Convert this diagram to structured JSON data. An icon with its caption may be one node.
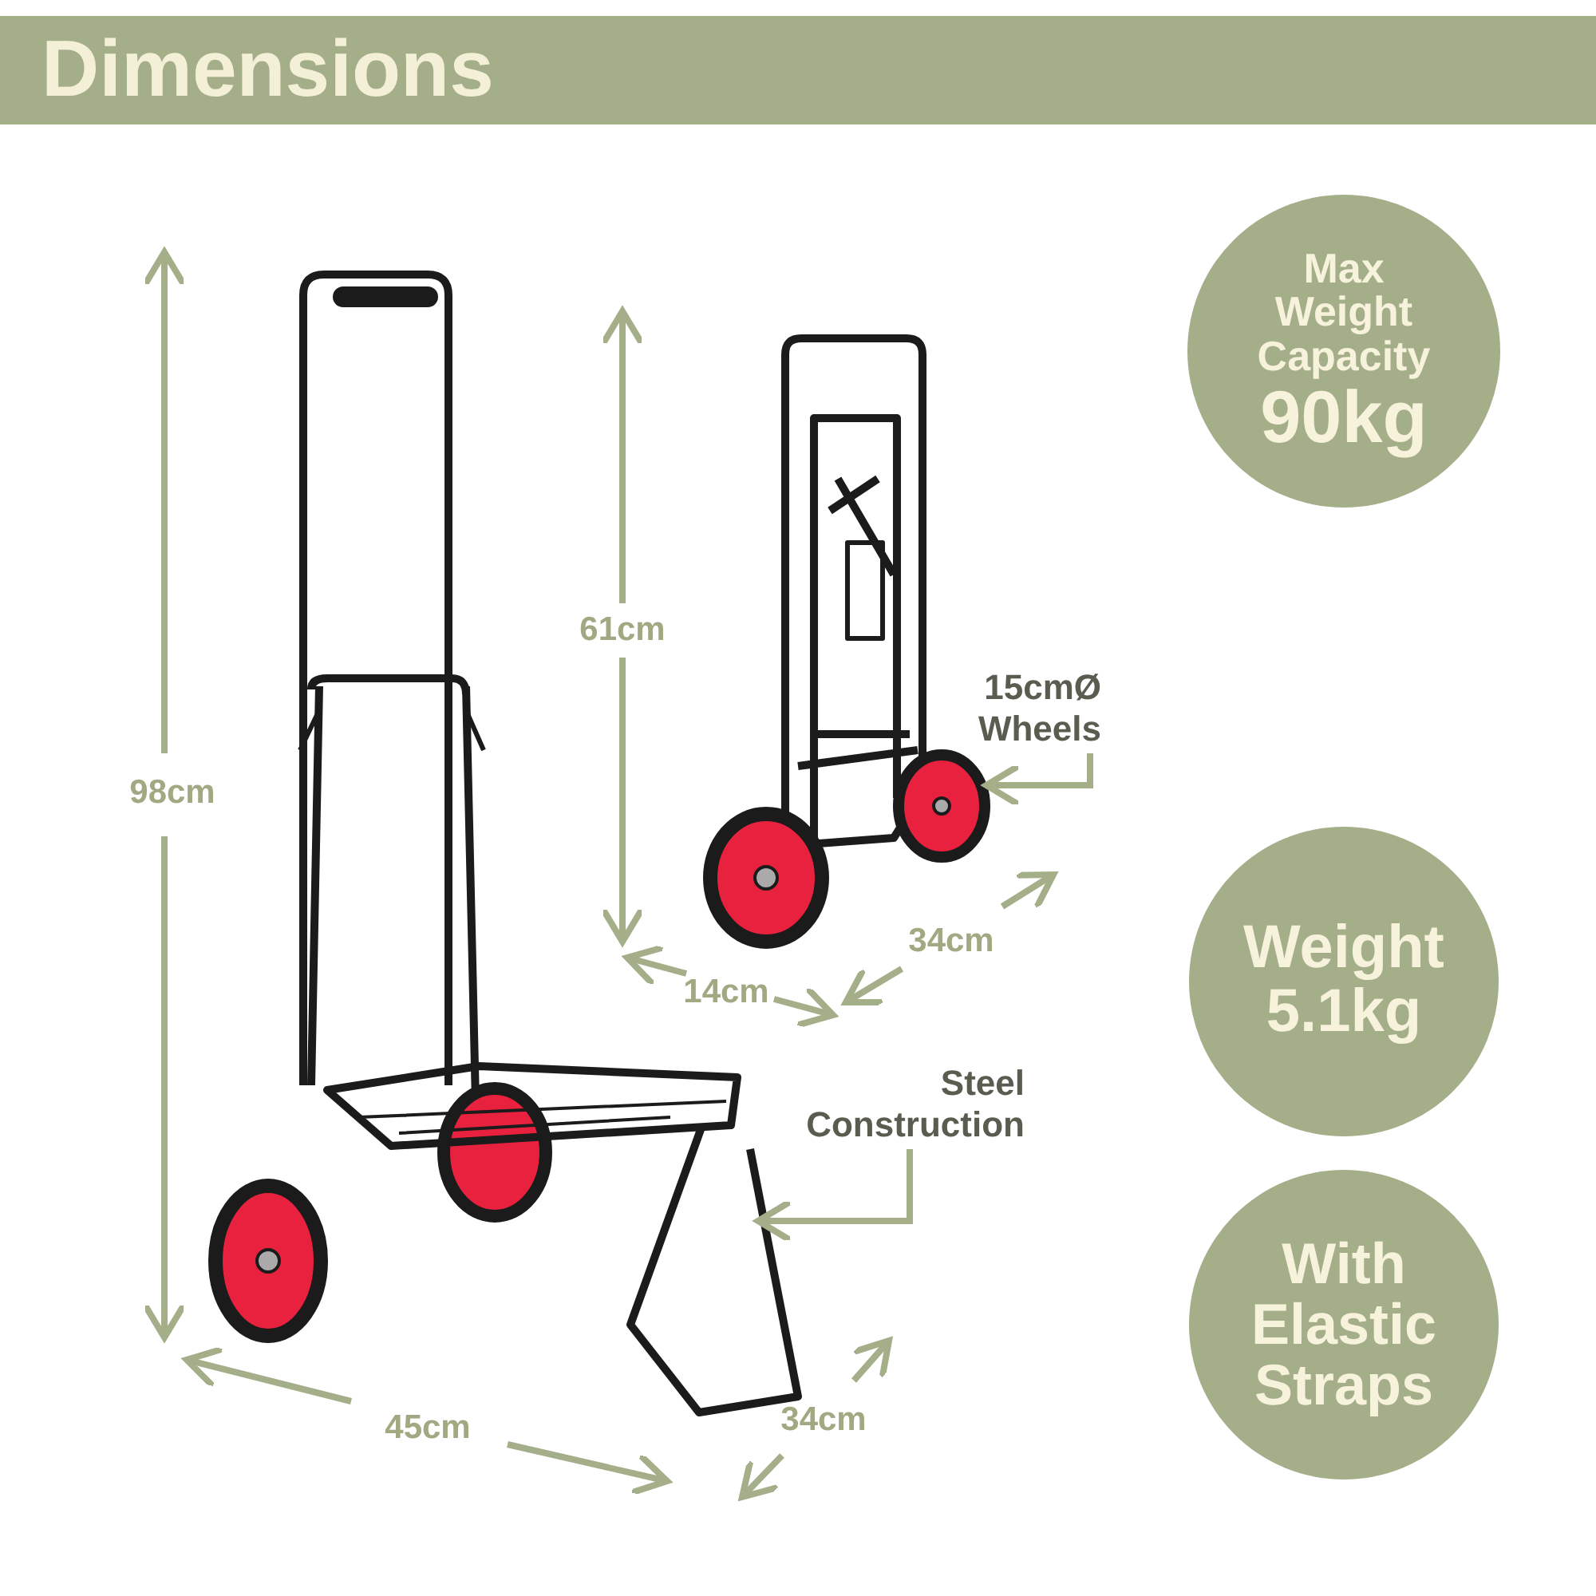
{
  "diagram": {
    "title": "Dimensions",
    "nodes": [
      {
        "text": [
          "Max Weight Capacity",
          "90kg"
        ]
      },
      {
        "text": [
          "15cmØ Wheels"
        ]
      },
      {
        "text": [],
        "shape": "picture"
      },
      {
        "text": [
          "Weight 5.1kg"
        ]
      },
      {
        "text": [
          "Steel Construction"
        ]
      },
      {
        "text": [],
        "shape": "picture"
      },
      {
        "text": [
          "With Elastic Straps"
        ]
      }
    ],
    "edges": [
      {
        "from": 1,
        "to": 2,
        "arrow": "to"
      },
      {
        "from": 4,
        "to": 5,
        "arrow": "to"
      }
    ],
    "labels": [
      "98cm",
      "61cm",
      "14cm",
      "34cm",
      "45cm",
      "34cm"
    ]
  }
}
